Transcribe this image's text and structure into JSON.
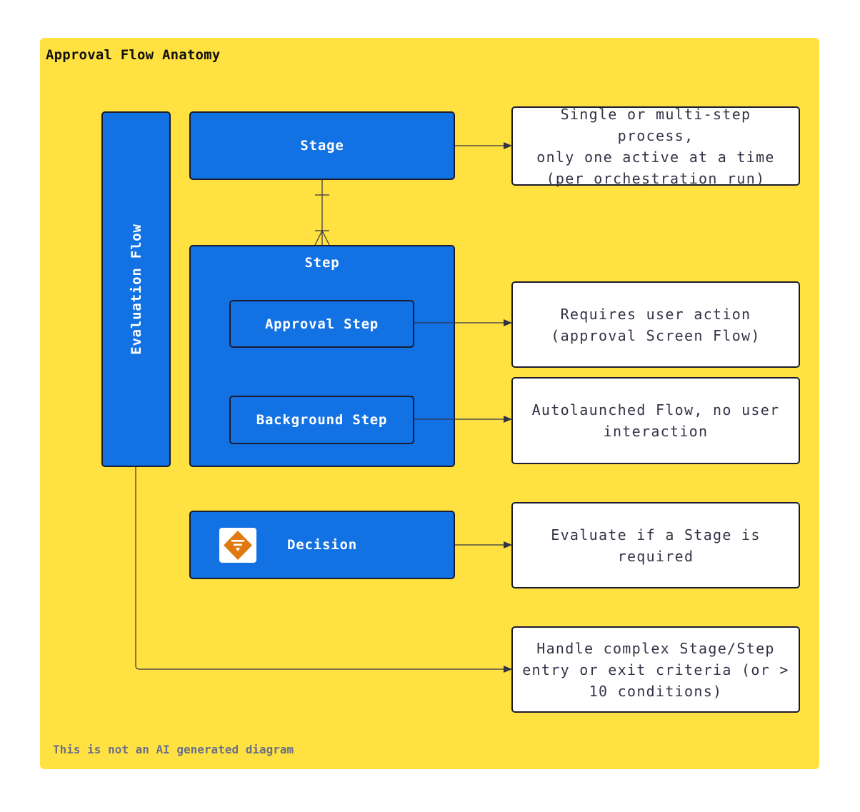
{
  "title": "Approval Flow Anatomy",
  "footer": "This is not an AI generated diagram",
  "evaluation_flow": "Evaluation Flow",
  "stage": "Stage",
  "step": "Step",
  "approval_step": "Approval Step",
  "background_step": "Background Step",
  "decision": "Decision",
  "notes": {
    "stage": [
      "Single or multi-step process,",
      "only one active at a time",
      "(per orchestration run)"
    ],
    "approval": [
      "Requires user action",
      "(approval Screen Flow)"
    ],
    "background": [
      "Autolaunched Flow, no user",
      "interaction"
    ],
    "decision": [
      "Evaluate if a Stage is",
      "required"
    ],
    "evaluation": [
      "Handle complex Stage/Step",
      "entry or exit criteria (or >",
      "10 conditions)"
    ]
  },
  "colors": {
    "background": "#ffe241",
    "node": "#1271e3",
    "decision_icon": "#e07a10"
  },
  "icons": {
    "decision": "decision-diamond-icon"
  }
}
